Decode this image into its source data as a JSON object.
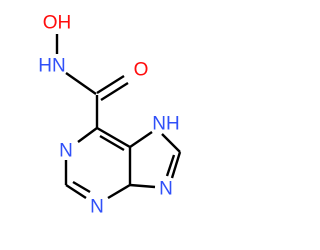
{
  "molecule": {
    "atoms": [
      {
        "id": "o_hydroxyl",
        "symbol": "O",
        "text": "OH",
        "color": "#ff0d0d"
      },
      {
        "id": "n_amide",
        "symbol": "N",
        "text": "HN",
        "color": "#3050f8"
      },
      {
        "id": "o_carbonyl",
        "symbol": "O",
        "text": "O",
        "color": "#ff0d0d"
      },
      {
        "id": "n_imidazole_h",
        "symbol": "N",
        "text": "NH",
        "color": "#3050f8"
      },
      {
        "id": "n_pyrimidine_1",
        "symbol": "N",
        "text": "N",
        "color": "#3050f8"
      },
      {
        "id": "n_imidazole",
        "symbol": "N",
        "text": "N",
        "color": "#3050f8"
      },
      {
        "id": "n_pyrimidine_3",
        "symbol": "N",
        "text": "N",
        "color": "#3050f8"
      }
    ],
    "bond_color": "#000000"
  }
}
